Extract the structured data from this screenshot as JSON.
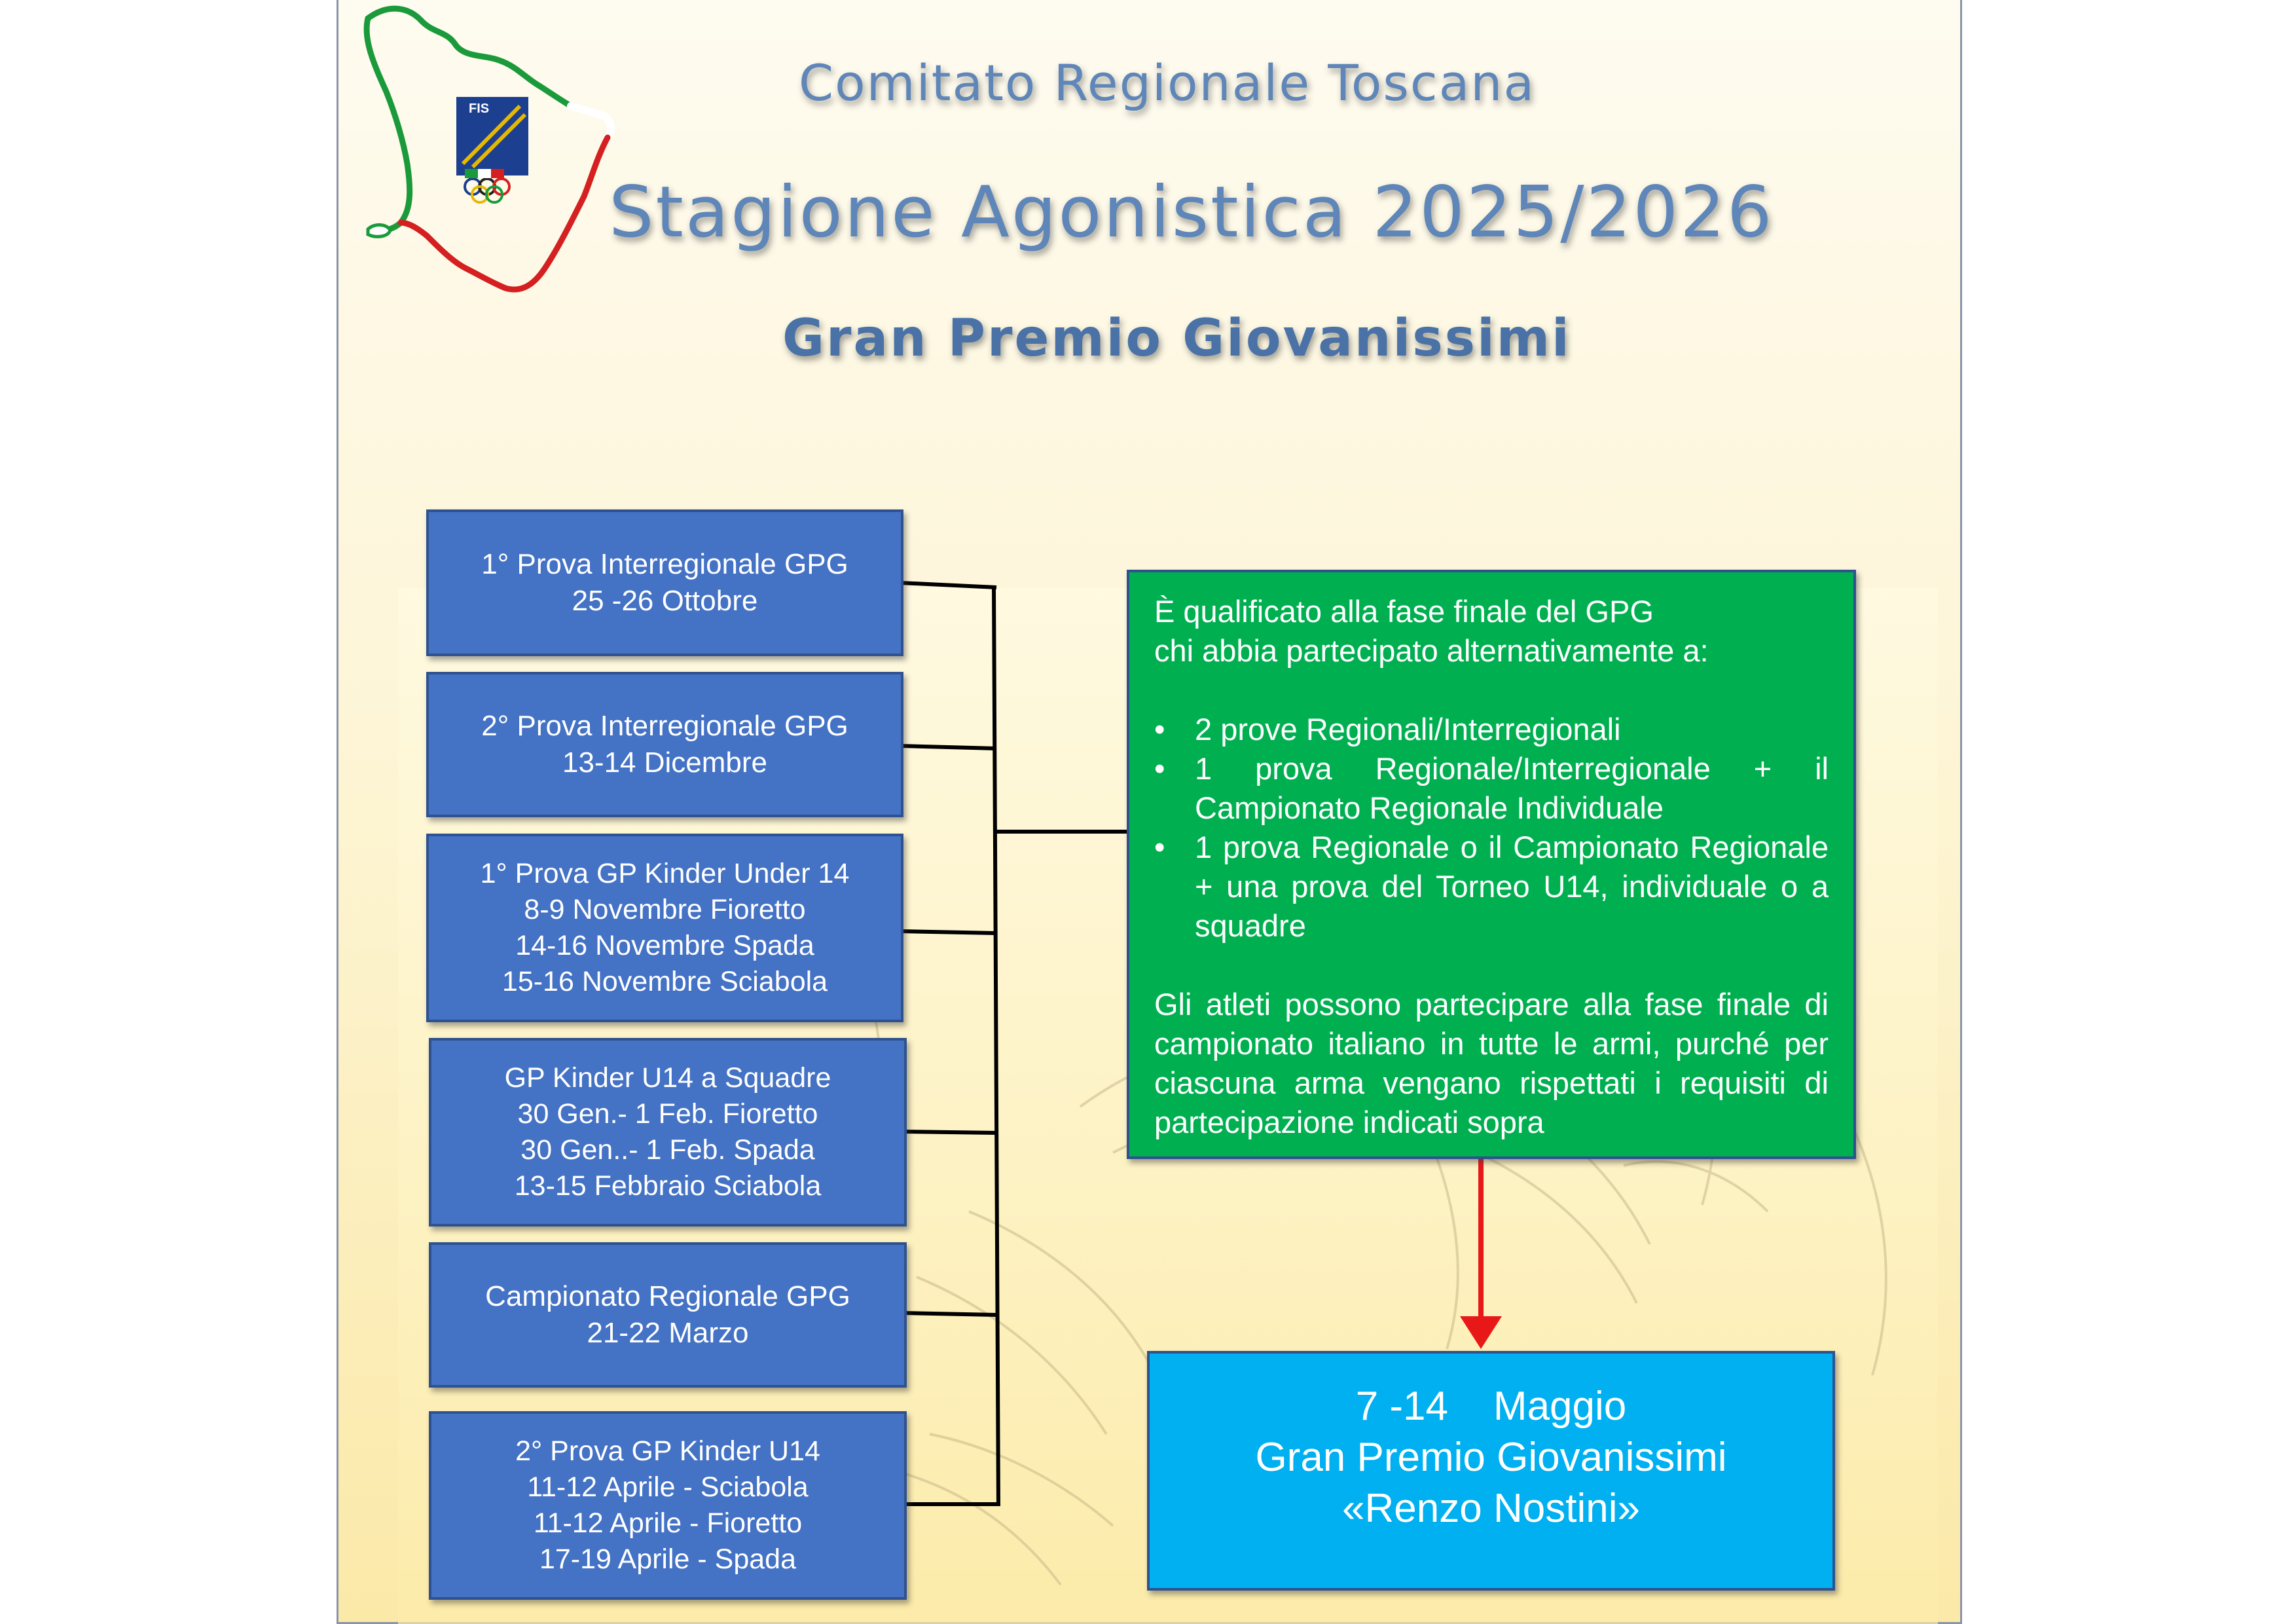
{
  "header": {
    "committee": "Comitato Regionale Toscana",
    "season": "Stagione Agonistica 2025/2026",
    "competition": "Gran Premio Giovanissimi"
  },
  "logo": {
    "text": "FIS",
    "colors": {
      "green": "#1a9a3a",
      "white": "#ffffff",
      "red": "#d42020",
      "blue": "#1c3f8f",
      "gold": "#e6b800"
    }
  },
  "events": [
    {
      "lines": [
        "1° Prova Interregionale GPG",
        "25 -26 Ottobre"
      ]
    },
    {
      "lines": [
        "2° Prova Interregionale GPG",
        "13-14 Dicembre"
      ]
    },
    {
      "lines": [
        "1° Prova GP Kinder Under 14",
        "8-9 Novembre Fioretto",
        "14-16 Novembre Spada",
        "15-16 Novembre Sciabola"
      ]
    },
    {
      "lines": [
        "GP Kinder U14 a Squadre",
        "30 Gen.- 1 Feb. Fioretto",
        "30 Gen..- 1 Feb. Spada",
        "13-15 Febbraio Sciabola"
      ]
    },
    {
      "lines": [
        "Campionato Regionale GPG",
        "21-22 Marzo"
      ]
    },
    {
      "lines": [
        "2° Prova GP Kinder  U14",
        "11-12 Aprile - Sciabola",
        "11-12 Aprile - Fioretto",
        "17-19 Aprile - Spada"
      ]
    }
  ],
  "qualification": {
    "intro_line1": "È qualificato alla fase finale del GPG",
    "intro_line2": "chi abbia partecipato alternativamente a:",
    "items": [
      "2 prove Regionali/Interregionali",
      "1 prova Regionale/Interregionale + il Campionato Regionale Individuale",
      "1 prova Regionale o il Campionato Regionale +  una prova del Torneo U14, individuale o a squadre"
    ],
    "note": "Gli atleti possono partecipare alla fase finale di campionato italiano in tutte le armi, purché per ciascuna arma vengano rispettati i requisiti di partecipazione indicati sopra"
  },
  "final": {
    "dates": "7 -14    Maggio",
    "name": "Gran Premio Giovanissimi",
    "trophy": "«Renzo Nostini»"
  },
  "colors": {
    "event_box": "#4472c4",
    "qualification_box": "#00b050",
    "final_box": "#00b0f0",
    "box_border": "#2f528f",
    "arrow": "#e81818",
    "title": "#5f86b8"
  }
}
